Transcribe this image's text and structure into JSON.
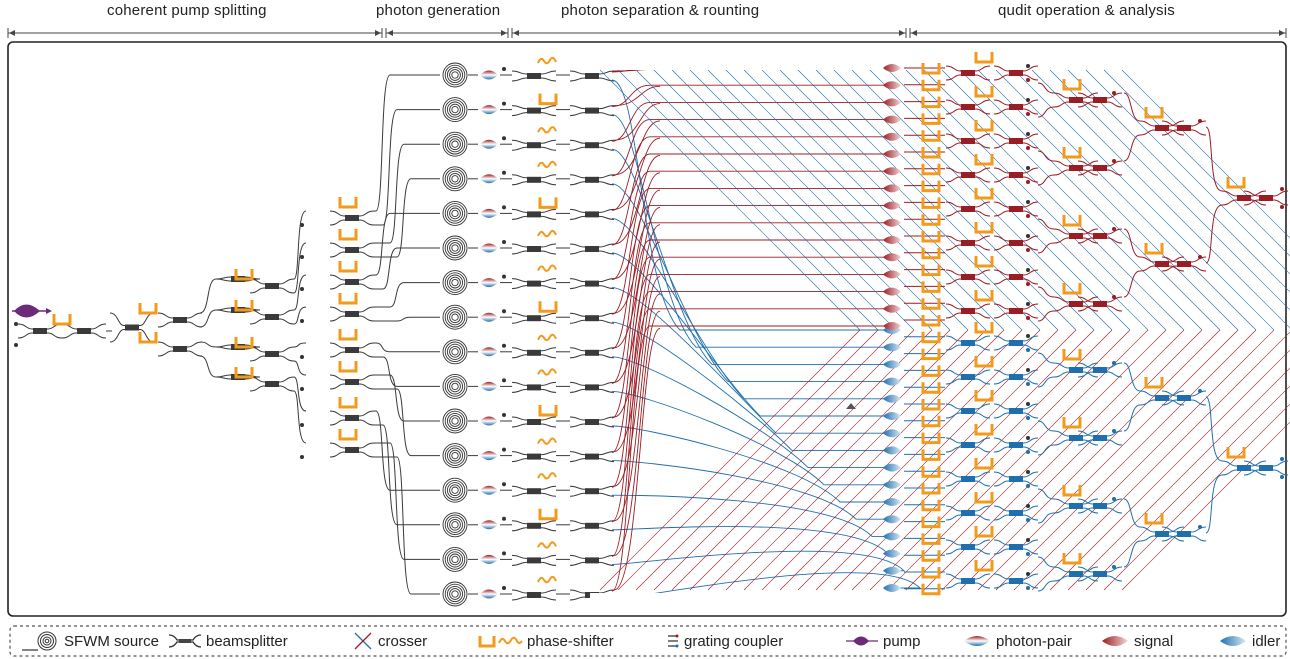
{
  "sections": [
    {
      "id": "pump",
      "label": "coherent pump splitting"
    },
    {
      "id": "gen",
      "label": "photon generation"
    },
    {
      "id": "sep",
      "label": "photon separation & rounting"
    },
    {
      "id": "qudit",
      "label": "qudit operation & analysis"
    }
  ],
  "legend": [
    {
      "id": "sfwm",
      "label": "SFWM source",
      "icon": "spiral-icon"
    },
    {
      "id": "bs",
      "label": "beamsplitter",
      "icon": "beamsplitter-icon"
    },
    {
      "id": "crosser",
      "label": "crosser",
      "icon": "crosser-icon"
    },
    {
      "id": "ps",
      "label": "phase-shifter",
      "icon": "phase-shifter-icon"
    },
    {
      "id": "gc",
      "label": "grating coupler",
      "icon": "grating-coupler-icon"
    },
    {
      "id": "pump",
      "label": "pump",
      "icon": "pump-icon"
    },
    {
      "id": "pair",
      "label": "photon-pair",
      "icon": "photon-pair-icon"
    },
    {
      "id": "signal",
      "label": "signal",
      "icon": "signal-icon"
    },
    {
      "id": "idler",
      "label": "idler",
      "icon": "idler-icon"
    }
  ],
  "colors": {
    "waveguide": "#3a3a3a",
    "signal": "#9b1c22",
    "idler": "#1f6fae",
    "phase_shifter": "#f39a1b",
    "pump": "#6b2a7a",
    "border": "#222222"
  },
  "channel_count": 16
}
